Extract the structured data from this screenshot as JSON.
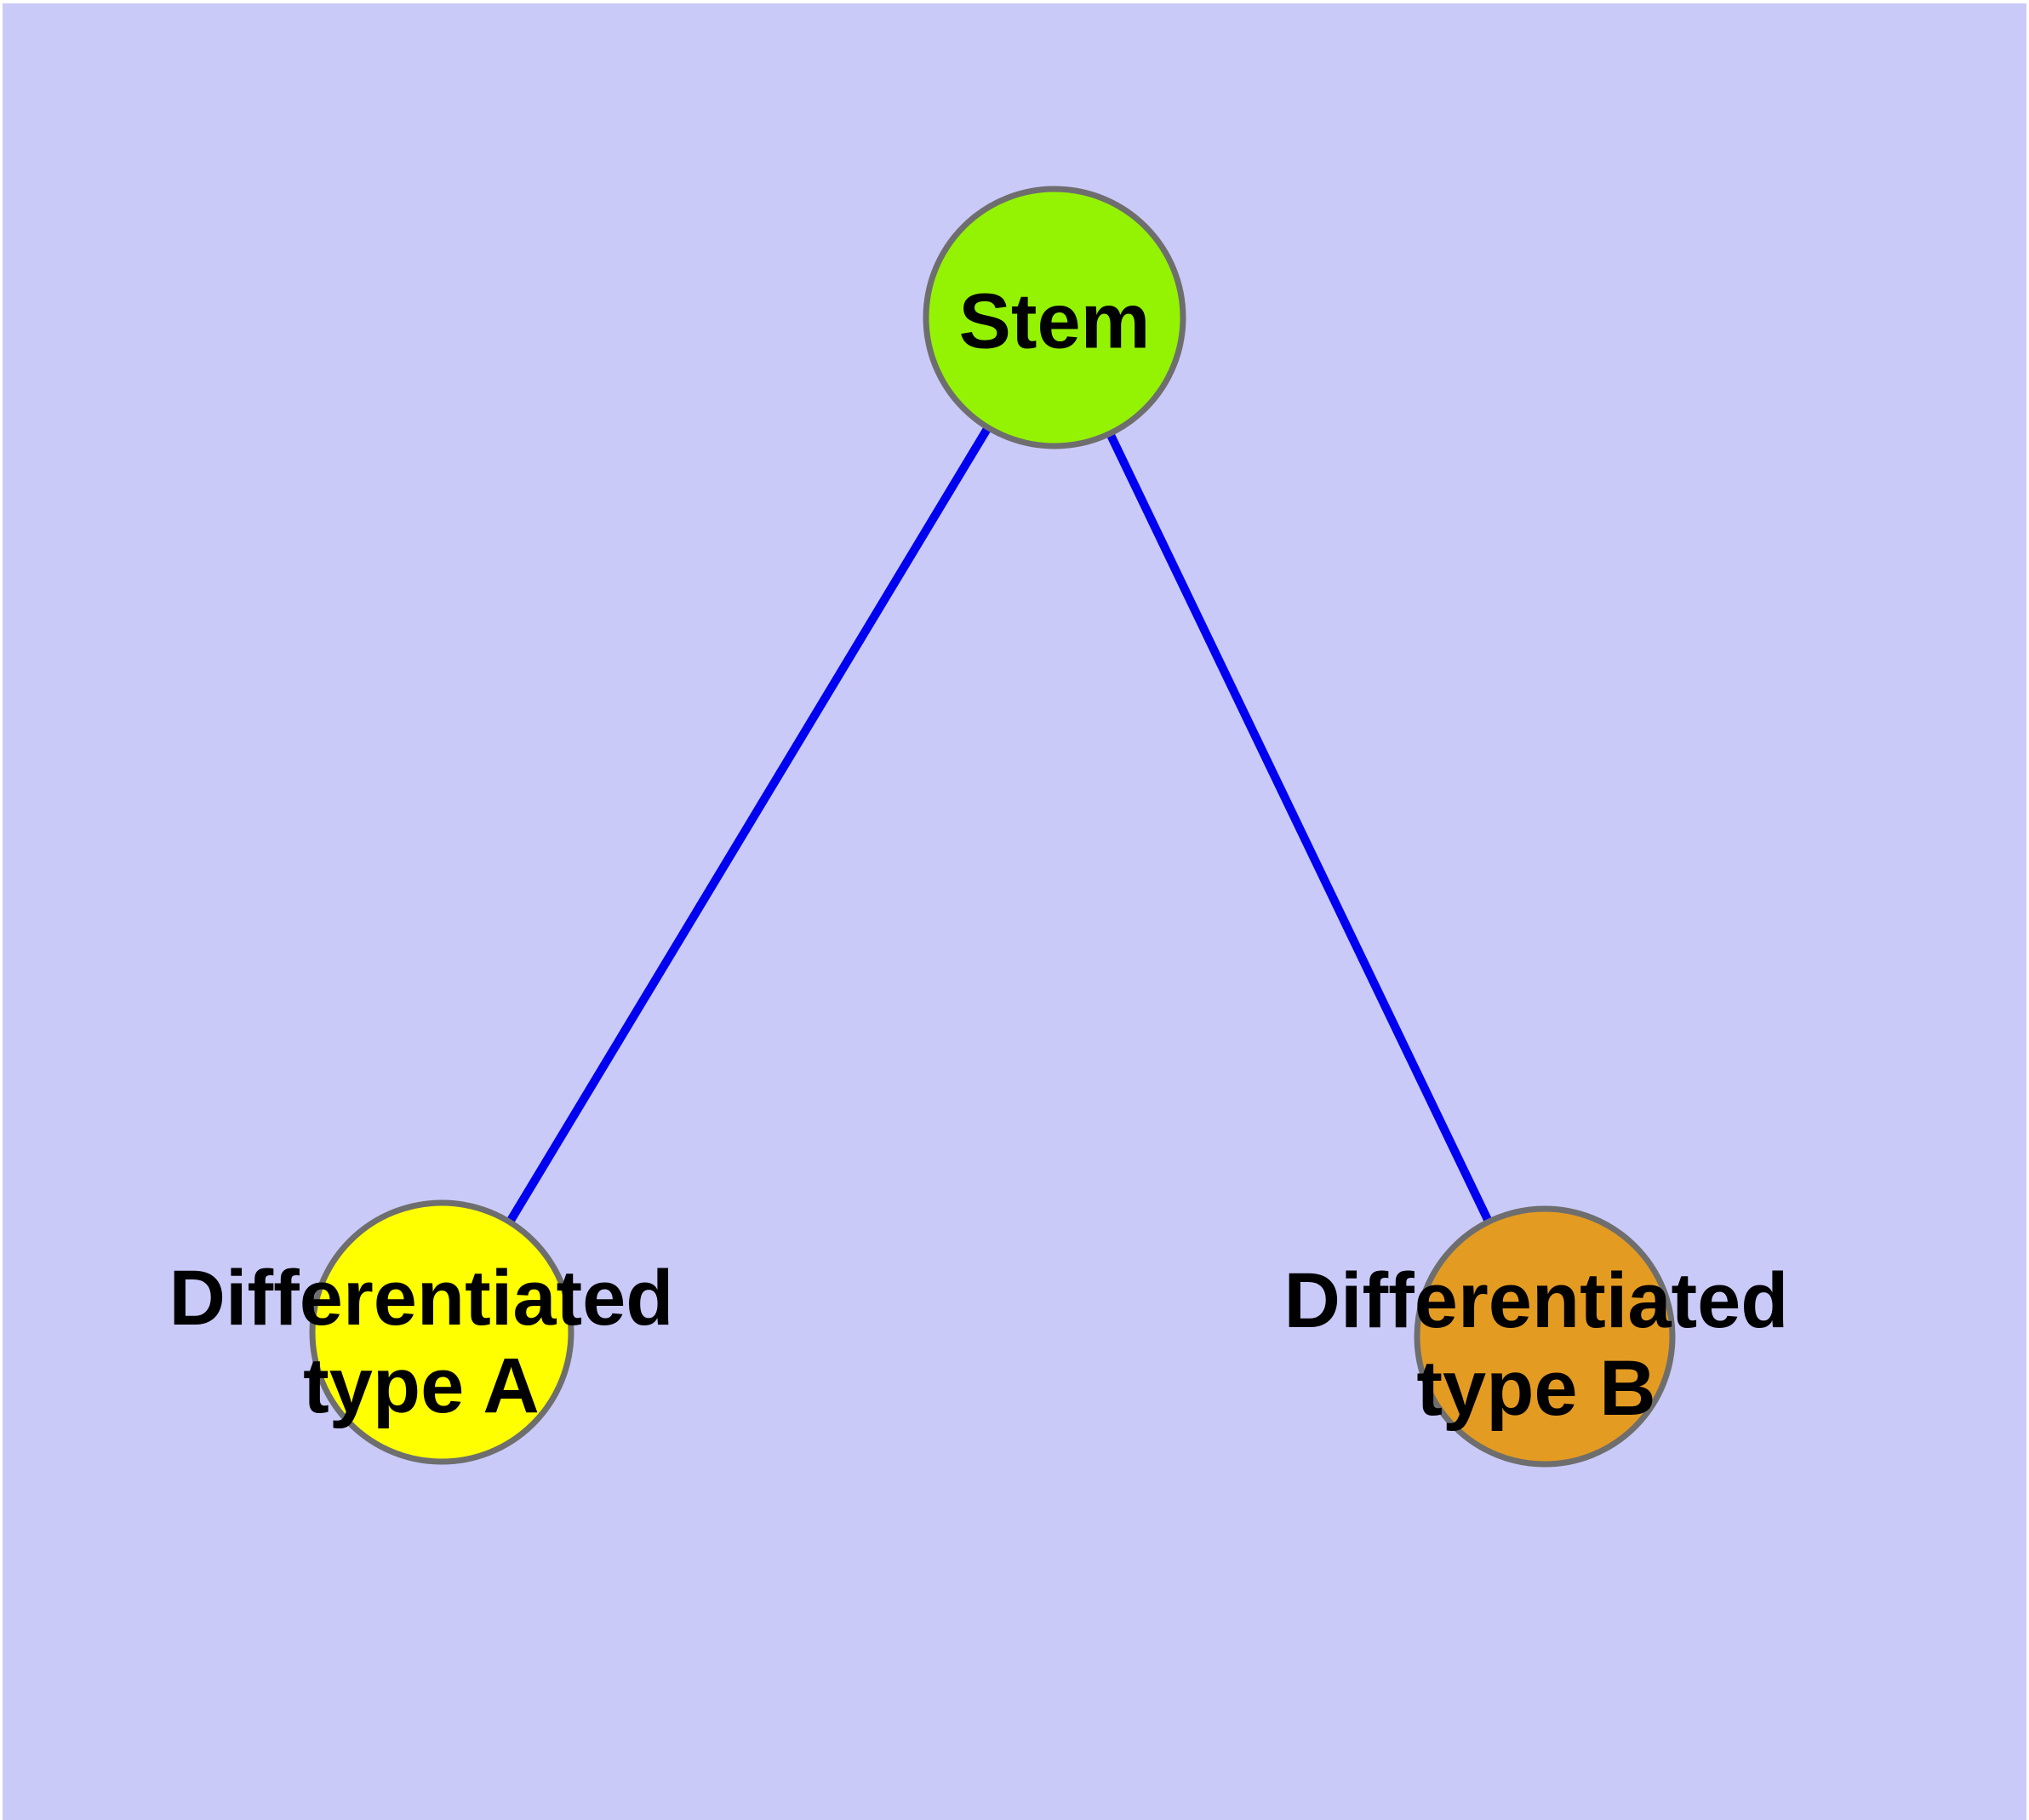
{
  "diagram": {
    "background_color": "#CACAF9",
    "edge_color": "#0000F0",
    "node_border_color": "#6E6E6E",
    "label_color": "#000000",
    "nodes": [
      {
        "id": "stem",
        "label": "Stem",
        "fill": "#94F303"
      },
      {
        "id": "differentiated-type-a",
        "label": "Differentiated\ntype A",
        "fill": "#FFFF00"
      },
      {
        "id": "differentiated-type-b",
        "label": "Differentiated\ntype B",
        "fill": "#E49B22"
      }
    ],
    "edges": [
      {
        "from": "stem",
        "to": "differentiated-type-a"
      },
      {
        "from": "stem",
        "to": "differentiated-type-b"
      }
    ]
  }
}
